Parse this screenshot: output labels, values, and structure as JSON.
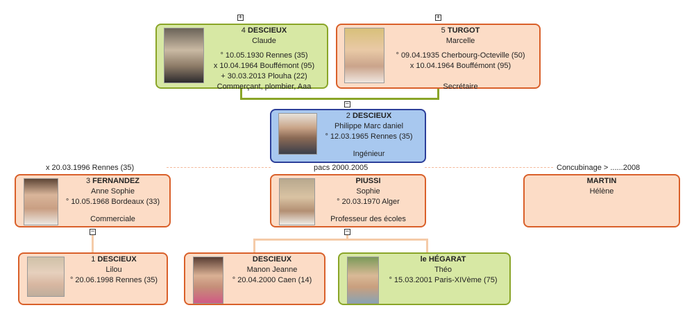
{
  "people": {
    "p4": {
      "number": "4",
      "surname": "DESCIEUX",
      "given": "Claude",
      "lines": [
        "° 10.05.1930 Rennes (35)",
        "x 10.04.1964 Bouffémont (95)",
        "+ 30.03.2013 Plouha (22)",
        "Commerçant, plombier, Aaa"
      ]
    },
    "p5": {
      "number": "5",
      "surname": "TURGOT",
      "given": "Marcelle",
      "lines": [
        "° 09.04.1935 Cherbourg-Octeville (50)",
        "x 10.04.1964 Bouffémont (95)",
        "",
        "Secrétaire"
      ]
    },
    "p2": {
      "number": "2",
      "surname": "DESCIEUX",
      "given": "Philippe Marc daniel",
      "lines": [
        "° 12.03.1965 Rennes (35)",
        "",
        "Ingénieur"
      ]
    },
    "p3": {
      "number": "3",
      "surname": "FERNANDEZ",
      "given": "Anne Sophie",
      "lines": [
        "° 10.05.1968 Bordeaux (33)",
        "",
        "Commerciale"
      ]
    },
    "piussi": {
      "number": "",
      "surname": "PIUSSI",
      "given": "Sophie",
      "lines": [
        "° 20.03.1970 Alger",
        "",
        "Professeur des écoles"
      ]
    },
    "martin": {
      "number": "",
      "surname": "MARTIN",
      "given": "Hélène",
      "lines": []
    },
    "p1": {
      "number": "1",
      "surname": "DESCIEUX",
      "given": "Lilou",
      "lines": [
        "° 20.06.1998 Rennes (35)"
      ]
    },
    "manon": {
      "number": "",
      "surname": "DESCIEUX",
      "given": "Manon Jeanne",
      "lines": [
        "° 20.04.2000 Caen (14)"
      ]
    },
    "theo": {
      "number": "",
      "surname": "le HÉGARAT",
      "given": "Théo",
      "lines": [
        "° 15.03.2001 Paris-XIVème (75)"
      ]
    }
  },
  "unions": {
    "fernandez": "x 20.03.1996 Rennes (35)",
    "piussi": "pacs 2000.2005",
    "martin": "Concubinage > ......2008"
  },
  "toggles": {
    "expand": "+",
    "collapse": "−"
  },
  "colors": {
    "male_line": "#8aa528",
    "female_line": "#f5cba9",
    "green_card": "#d7e8a4",
    "orange_card": "#fcdcc6",
    "blue_card": "#a8c8ef"
  }
}
